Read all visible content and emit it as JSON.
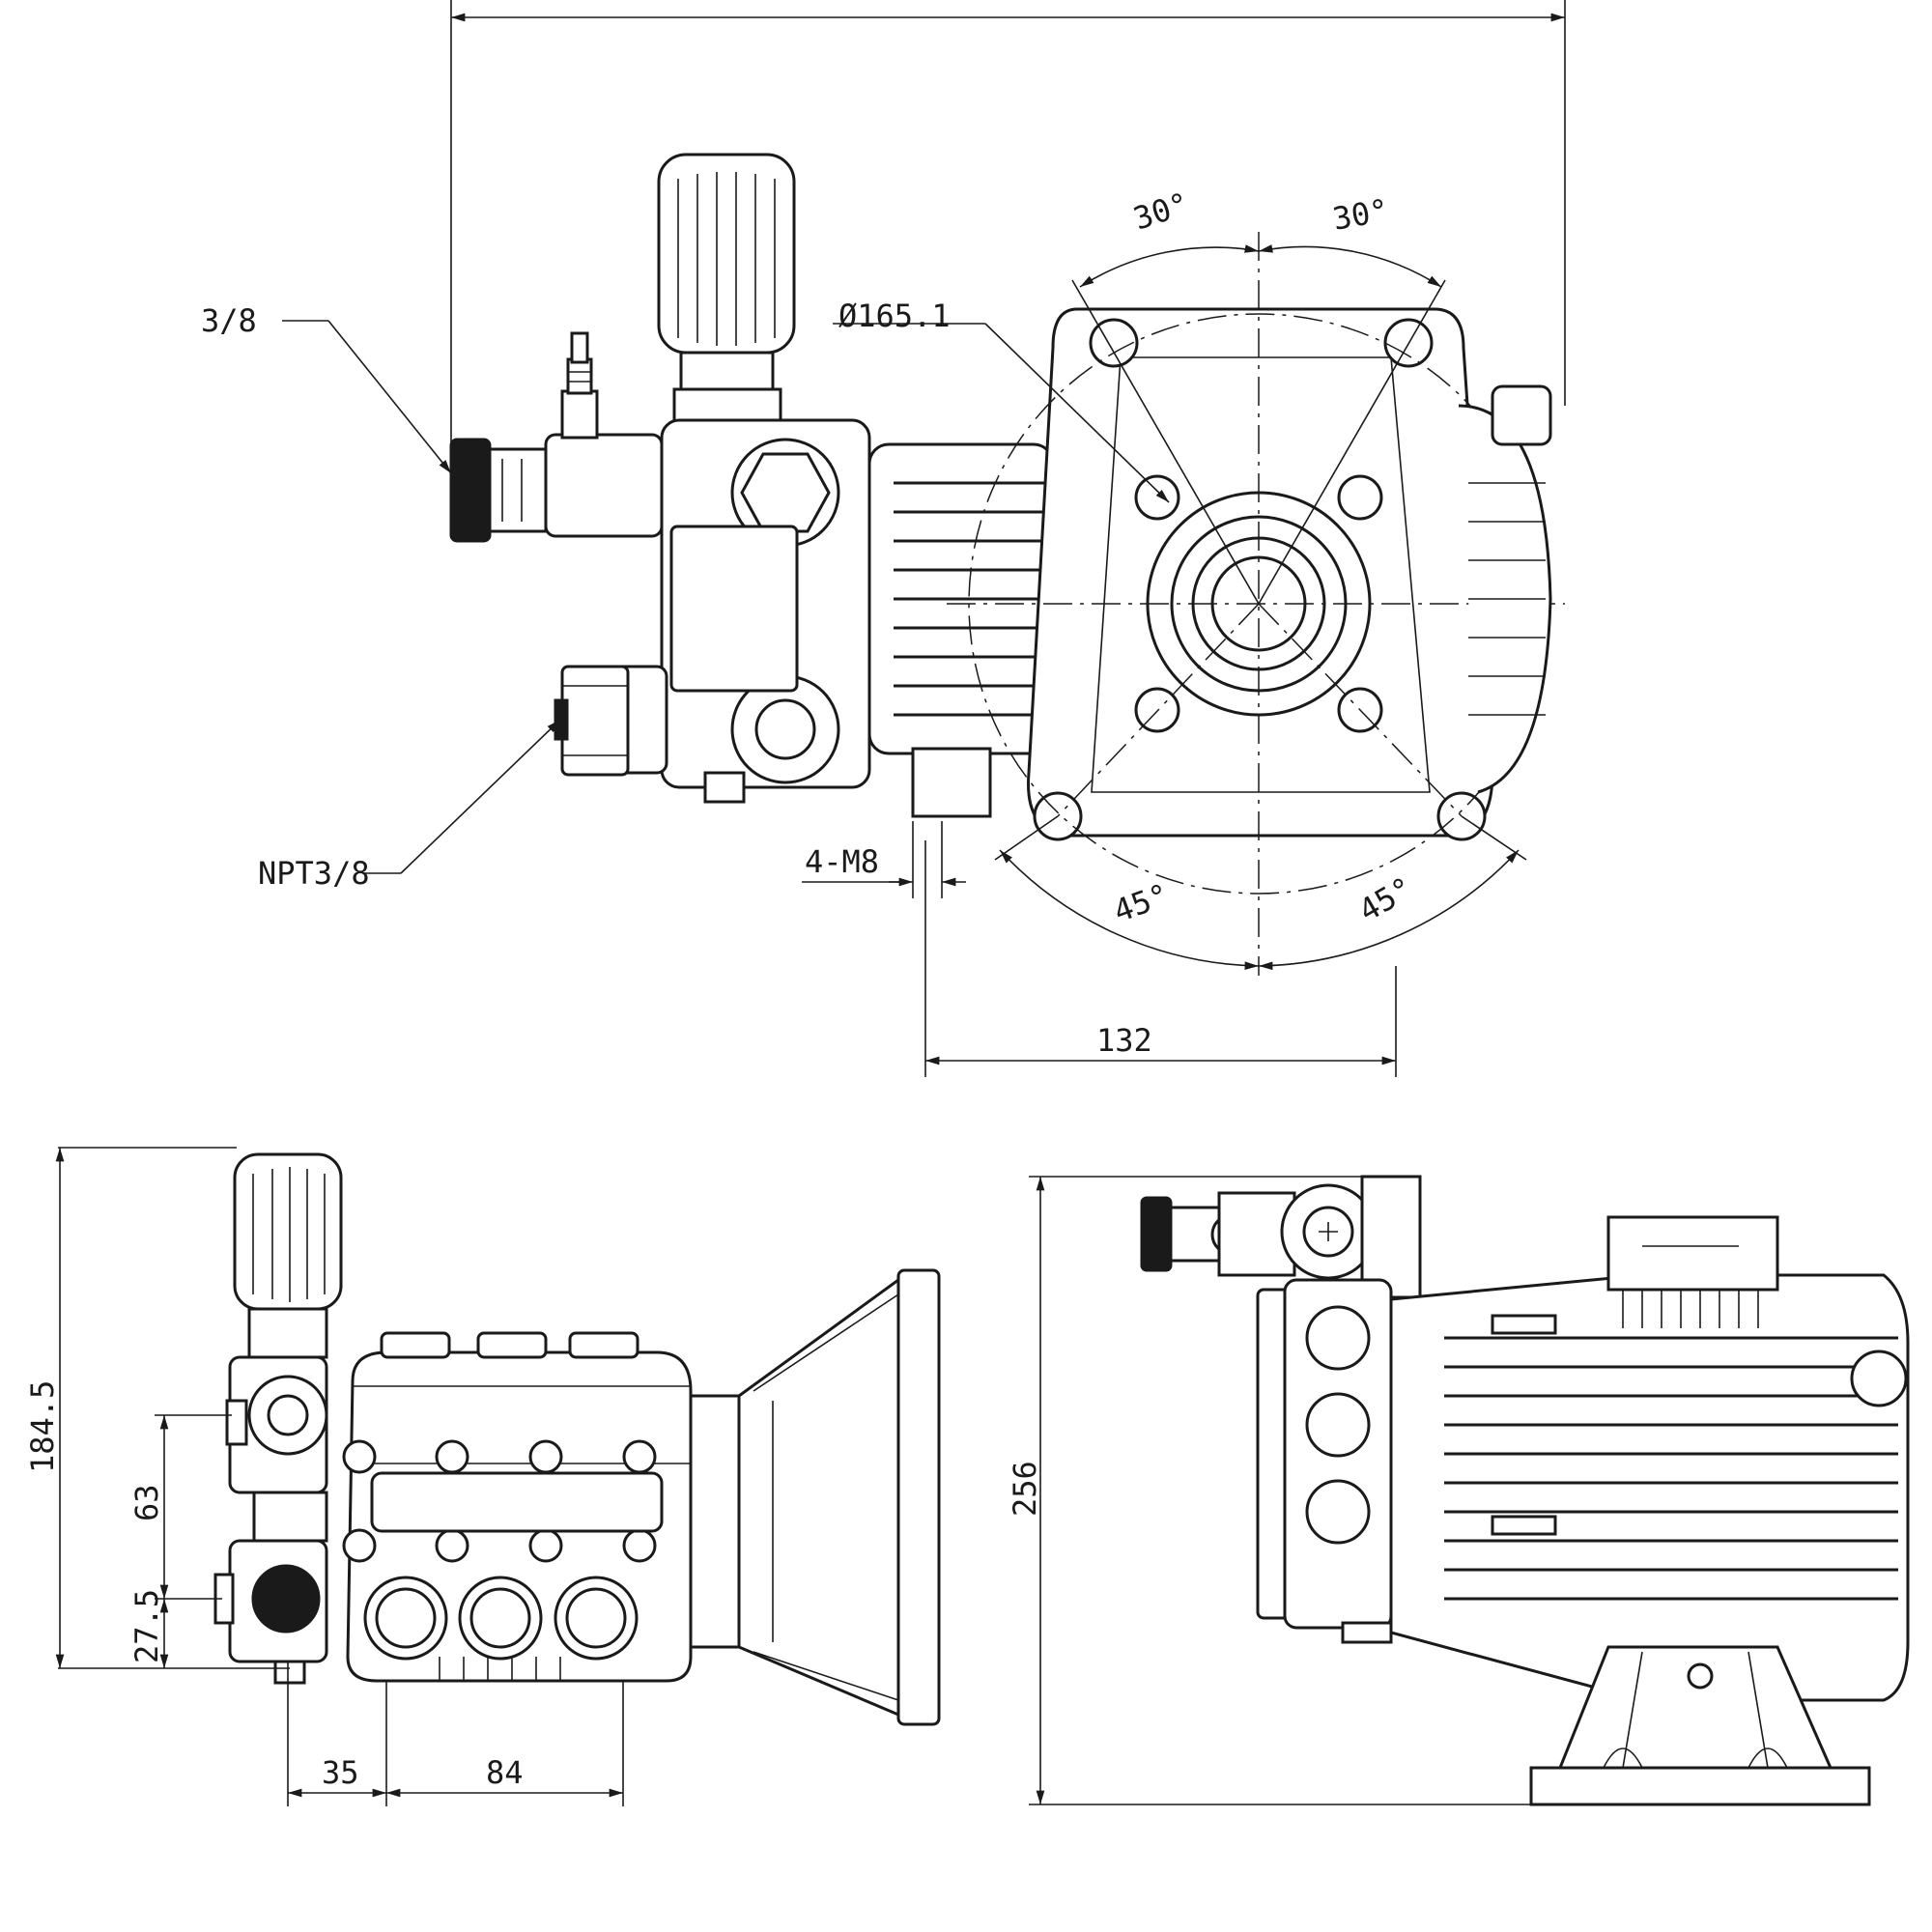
{
  "labels": {
    "outlet_thread": "3/8",
    "shaft_diameter": "Ø165.1",
    "angle_top_left": "30°",
    "angle_top_right": "30°",
    "angle_bottom_left": "45°",
    "angle_bottom_right": "45°",
    "mount_bolts": "4-M8",
    "inlet_thread": "NPT3/8",
    "dim_132": "132",
    "dim_184_5": "184.5",
    "dim_63": "63",
    "dim_27_5": "27.5",
    "dim_35": "35",
    "dim_84": "84",
    "dim_256": "256"
  }
}
